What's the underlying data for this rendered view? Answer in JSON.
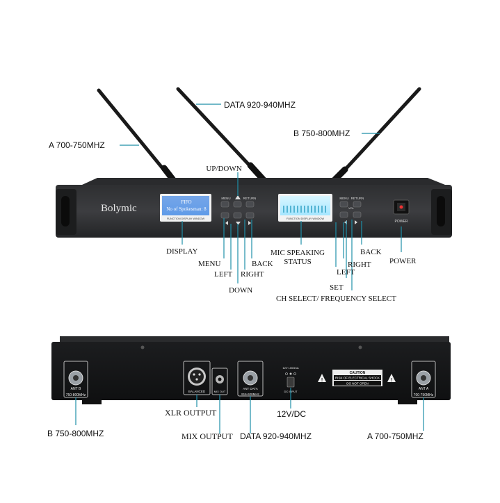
{
  "front": {
    "brand": "Bolymic",
    "display_line1": "FIFO",
    "display_line2": "No of Spokesman: 8",
    "display_caption": "FUNCTION DISPLAY WINDOW",
    "meter_caption": "FUNCTION DISPLAY WINDOW",
    "menu_label": "MENU",
    "return_label": "RETURN",
    "vol_label": "VOL",
    "power_caption": "POWER"
  },
  "callouts_front": {
    "antenna_left": "A 700-750MHZ",
    "antenna_mid": "DATA 920-940MHZ",
    "antenna_right": "B 750-800MHZ",
    "up_down": "UP/DOWN",
    "display": "DISPLAY",
    "menu": "MENU",
    "left": "LEFT",
    "down": "DOWN",
    "right": "RIGHT",
    "back": "BACK",
    "mic_status_1": "MIC SPEAKING",
    "mic_status_2": "STATUS",
    "left2": "LEFT",
    "right2": "RIGHT",
    "back2": "BACK",
    "power": "POWER",
    "set": "SET",
    "ch_select": "CH SELECT/ FREQUENCY SELECT"
  },
  "rear": {
    "ant_b": "ANT B",
    "ant_b_freq": "750-800MHz",
    "balanced": "BALANCED",
    "mix_out": "MIX OUT",
    "ant_data": "ANT DATA",
    "ant_data_freq": "916-928MHz",
    "dc_rating": "12V 1000mA",
    "dc_input": "DC INPUT",
    "caution_title": "CAUTION",
    "caution_line1": "RISK OF ELECTRICAL SHOCK",
    "caution_line2": "DO NOT OPEN",
    "ant_a": "ANT A",
    "ant_a_freq": "700-750MHz"
  },
  "callouts_rear": {
    "xlr": "XLR OUTPUT",
    "dc": "12V/DC",
    "b": "B 750-800MHZ",
    "mix": "MIX OUTPUT",
    "data": "DATA 920-940MHZ",
    "a": "A 700-750MHZ"
  }
}
